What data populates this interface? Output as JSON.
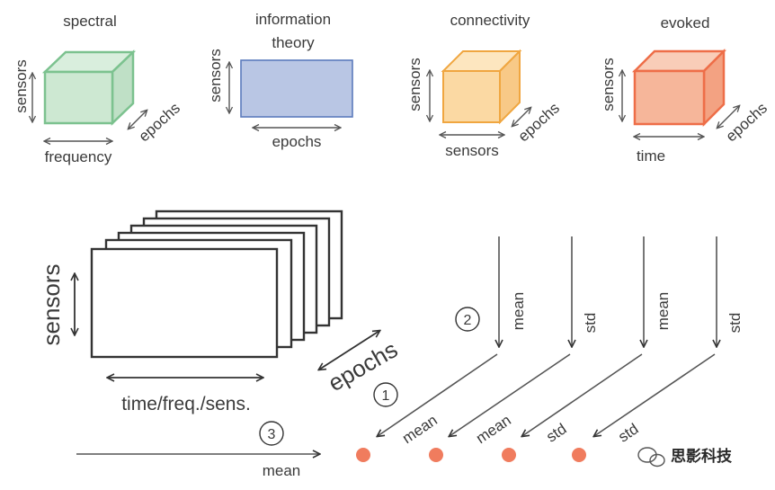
{
  "top_panels": [
    {
      "title": "spectral",
      "y_label": "sensors",
      "x_label": "frequency",
      "depth_label": "epochs",
      "color": "#7cc28f",
      "fill": "#cde8d2"
    },
    {
      "title": "information theory",
      "title_line1": "information",
      "title_line2": "theory",
      "y_label": "sensors",
      "x_label": "epochs",
      "color": "#5c7bbd",
      "fill": "#b9c6e4"
    },
    {
      "title": "connectivity",
      "y_label": "sensors",
      "x_label": "sensors",
      "depth_label": "epochs",
      "color": "#f0a640",
      "fill": "#fbd9a3"
    },
    {
      "title": "evoked",
      "y_label": "sensors",
      "x_label": "time",
      "depth_label": "epochs",
      "color": "#ee6e48",
      "fill": "#f6b69a"
    }
  ],
  "bottom": {
    "stack_y_label": "sensors",
    "stack_x_label": "time/freq./sens.",
    "stack_depth_label": "epochs",
    "vertical_arrows": [
      "mean",
      "std",
      "mean",
      "std"
    ],
    "diagonal_arrows": [
      "mean",
      "mean",
      "std",
      "std"
    ],
    "horizontal_arrow": "mean",
    "steps": [
      "1",
      "2",
      "3"
    ],
    "dot_color": "#f07c5e"
  },
  "watermark": "思影科技"
}
